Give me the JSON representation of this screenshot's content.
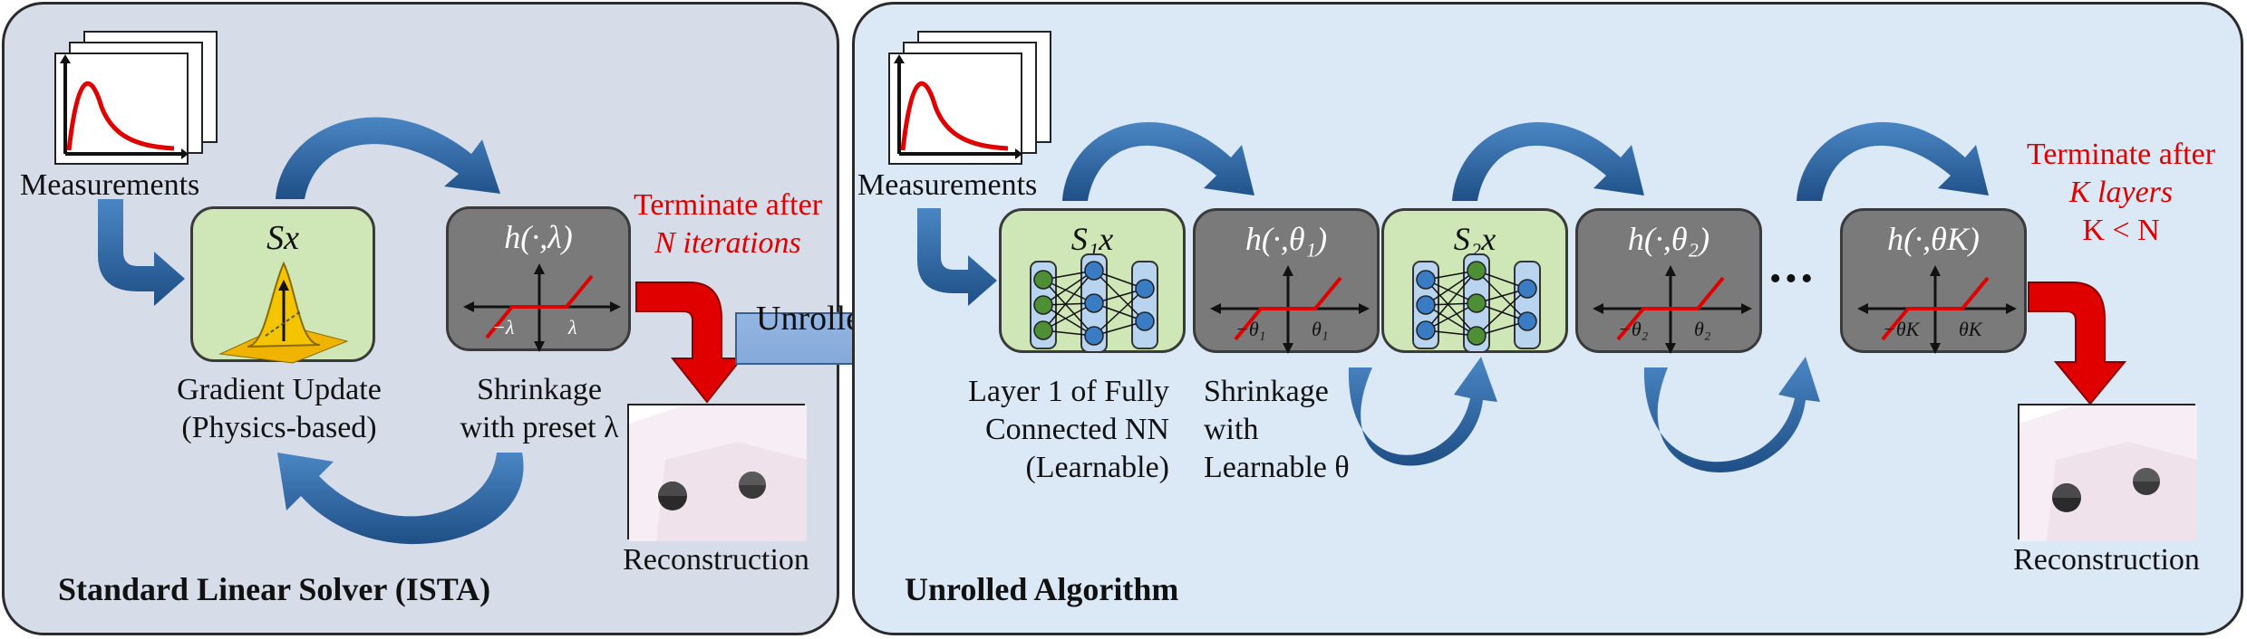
{
  "left_panel": {
    "title": "Standard Linear Solver (ISTA)",
    "measurements_label": "Measurements",
    "gradient_box_label": "Sx",
    "shrink_box_label": "h(·,λ)",
    "shrink_neg_tick": "−λ",
    "shrink_pos_tick": "λ",
    "gradient_caption_line1": "Gradient Update",
    "gradient_caption_line2": "(Physics-based)",
    "shrink_caption_line1": "Shrinkage",
    "shrink_caption_line2": "with preset λ",
    "terminate_line1": "Terminate after",
    "terminate_line2": "N iterations",
    "reconstruction_label": "Reconstruction"
  },
  "middle_arrow_label": "Unrolled",
  "right_panel": {
    "title": "Unrolled Algorithm",
    "measurements_label": "Measurements",
    "layer1_box_label": "S₁x",
    "shrink1_box_label": "h(·,θ₁)",
    "shrink1_neg_tick": "−θ₁",
    "shrink1_pos_tick": "θ₁",
    "layer2_box_label": "S₂x",
    "shrink2_box_label": "h(·,θ₂)",
    "shrink2_neg_tick": "−θ₂",
    "shrink2_pos_tick": "θ₂",
    "shrinkK_box_label": "h(·,θK)",
    "shrinkK_neg_tick": "−θK",
    "shrinkK_pos_tick": "θK",
    "ellipsis": "•••",
    "layer_caption_line1": "Layer 1 of Fully",
    "layer_caption_line2": "Connected NN",
    "layer_caption_line3": "(Learnable)",
    "shrink_caption_line1": "Shrinkage",
    "shrink_caption_line2": "with",
    "shrink_caption_line3": "Learnable θ",
    "terminate_line1": "Terminate after",
    "terminate_line2": "K layers",
    "terminate_line3": "K < N",
    "reconstruction_label": "Reconstruction"
  },
  "colors": {
    "arrow_blue": "#2e6aaa",
    "terminate_red": "#e00000",
    "green_box": "#cfe6b6",
    "shrink_box": "#7a7a7a"
  }
}
